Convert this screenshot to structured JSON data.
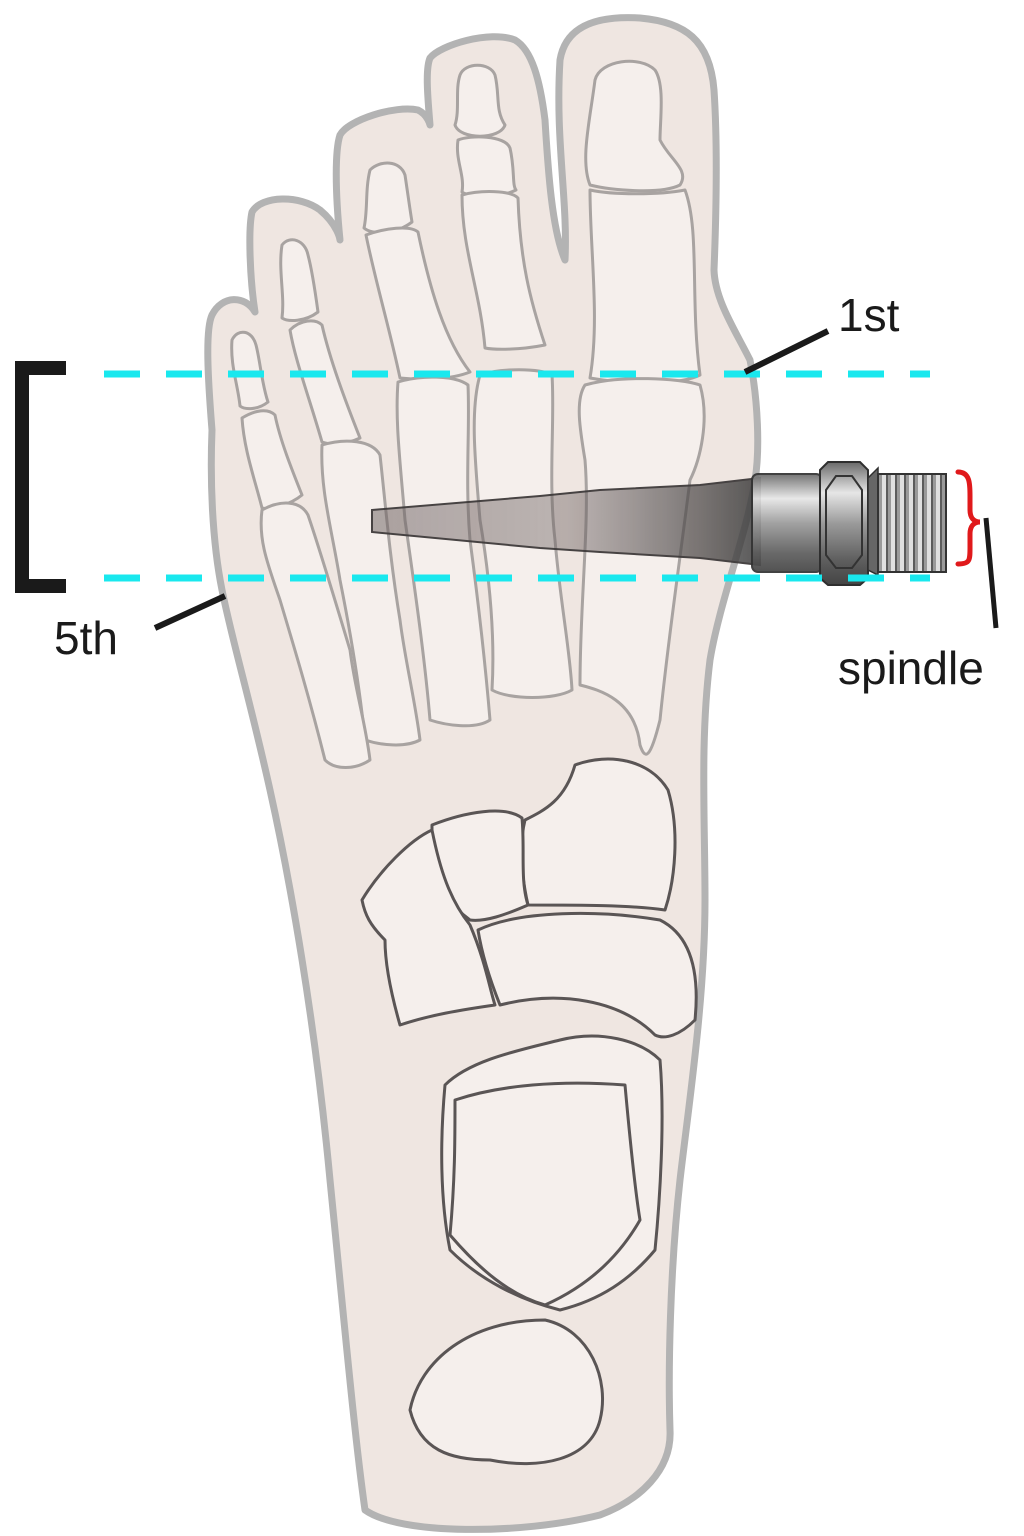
{
  "labels": {
    "first": "1st",
    "fifth": "5th",
    "spindle": "spindle"
  },
  "colors": {
    "skin_fill": "#efe6e1",
    "skin_outline": "#b3b3b3",
    "bone_fill": "#f5efec",
    "bone_outline_light": "#a8a3a1",
    "bone_outline_dark": "#5a5555",
    "guide_line": "#19e8ee",
    "bracket": "#1a1a1a",
    "spindle_brace": "#e0191b",
    "spindle_metal": "#8c8c8c"
  }
}
